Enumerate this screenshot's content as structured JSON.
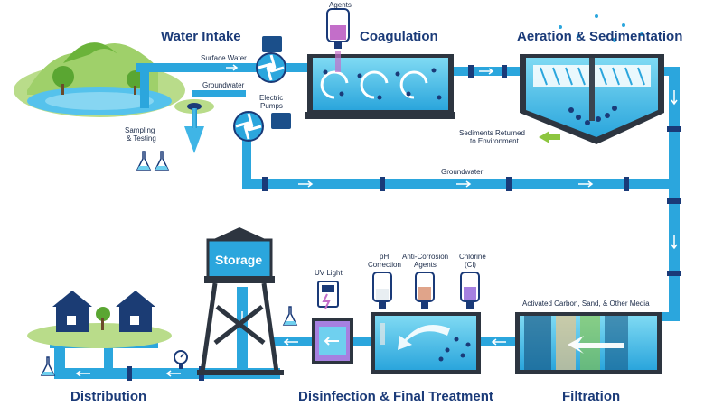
{
  "titles": {
    "water_intake": "Water Intake",
    "coagulation": "Coagulation",
    "aeration": "Aeration & Sedimentation",
    "distribution": "Distribution",
    "disinfection": "Disinfection & Final Treatment",
    "filtration": "Filtration"
  },
  "labels": {
    "agents": "Agents",
    "surface_water": "Surface Water",
    "groundwater_top": "Groundwater",
    "electric_pumps_1": "Electric",
    "electric_pumps_2": "Pumps",
    "sampling_1": "Sampling",
    "sampling_2": "& Testing",
    "sediments_1": "Sediments Returned",
    "sediments_2": "to Environment",
    "groundwater_mid": "Groundwater",
    "storage": "Storage",
    "uv_light": "UV Light",
    "ph_1": "pH",
    "ph_2": "Correction",
    "anti_corrosion_1": "Anti-Corrosion",
    "anti_corrosion_2": "Agents",
    "chlorine_1": "Chlorine",
    "chlorine_2": "(Cl)",
    "filter_media": "Activated Carbon, Sand, & Other Media"
  },
  "colors": {
    "pipe": "#2ba6dd",
    "pipe_dark": "#176aa0",
    "navy": "#1a3a78",
    "water": "#6fd0ef",
    "tank_dark": "#3a4450",
    "grass": "#8dc63f",
    "hill": "#b9dc8a",
    "house": "#1b3c74",
    "sediment_arrow": "#8dc63f"
  }
}
